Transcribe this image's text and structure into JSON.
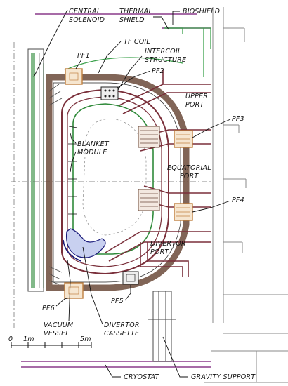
{
  "labels": {
    "central_solenoid": [
      "CENTRAL",
      "SOLENOID"
    ],
    "thermal_shield": [
      "THERMAL",
      "SHIELD"
    ],
    "bioshield": "BIOSHIELD",
    "tf_coil": "TF COIL",
    "pf1": "PF1",
    "intercoil_structure": [
      "INTERCOIL",
      "STRUCTURE"
    ],
    "pf2": "PF2",
    "upper_port": [
      "UPPER",
      "PORT"
    ],
    "pf3": "PF3",
    "blanket_module": [
      "BLANKET",
      "MODULE"
    ],
    "equatorial_port": [
      "EQUATORIAL",
      "PORT"
    ],
    "pf4": "PF4",
    "divertor_port": [
      "DIVERTOR",
      "PORT"
    ],
    "pf5": "PF5",
    "pf6": "PF6",
    "vacuum_vessel": [
      "VACUUM",
      "VESSEL"
    ],
    "divertor_cassette": [
      "DIVERTOR",
      "CASSETTE"
    ],
    "cryostat": "CRYOSTAT",
    "gravity_support": "GRAVITY SUPPORT"
  },
  "scale_bar": {
    "zero": "0",
    "one": "1m",
    "five": "5m"
  },
  "colors": {
    "tf_coil": "#6b4a3a",
    "vacuum_vessel": "#7a2f3a",
    "blanket": "#2f8a3a",
    "thermal_shield": "#3aa04a",
    "structure": "#4a4a4a",
    "bioshield": "#888888",
    "cryostat": "#8a3a8a",
    "divertor": "#1a1a7a",
    "pf_coil": "#c08040"
  }
}
